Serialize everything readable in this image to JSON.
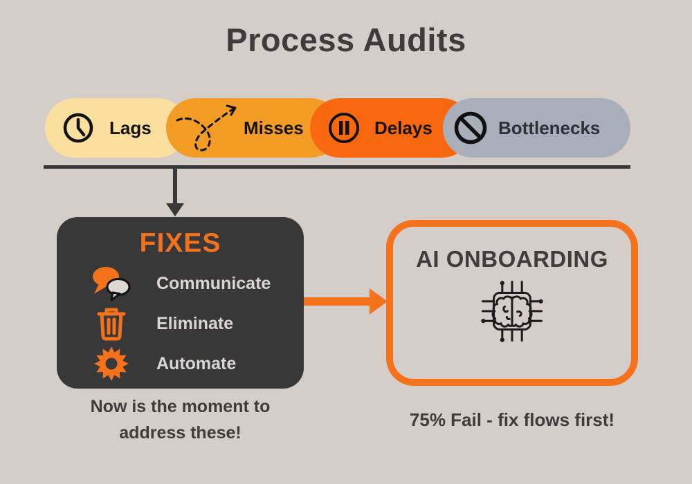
{
  "title": "Process Audits",
  "pills": [
    {
      "label": "Lags",
      "icon": "clock-icon",
      "color": "#fbdf9f"
    },
    {
      "label": "Misses",
      "icon": "scribble-arrow-icon",
      "color": "#f29c26"
    },
    {
      "label": "Delays",
      "icon": "pause-icon",
      "color": "#f8690f"
    },
    {
      "label": "Bottlenecks",
      "icon": "no-entry-icon",
      "color": "#a9aebb"
    }
  ],
  "fixes_box": {
    "title": "FIXES",
    "items": [
      {
        "label": "Communicate",
        "icon": "chat-bubbles-icon"
      },
      {
        "label": "Eliminate",
        "icon": "trash-icon"
      },
      {
        "label": "Automate",
        "icon": "gear-icon"
      }
    ],
    "caption": "Now is the moment to address these!"
  },
  "ai_box": {
    "title": "AI ONBOARDING",
    "icon": "chip-brain-icon",
    "caption": "75% Fail - fix flows first!"
  },
  "colors": {
    "background": "#d4cdc8",
    "dark_text": "#3e3c3c",
    "accent_orange": "#f4721b",
    "box_dark": "#383838",
    "pill_yellow": "#fbdf9f",
    "pill_orange": "#f29c26",
    "pill_deep_orange": "#f8690f",
    "pill_gray": "#a9aebb",
    "box_item_text": "#dbd6d1"
  }
}
